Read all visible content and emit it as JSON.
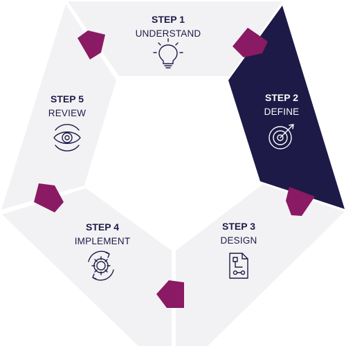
{
  "colors": {
    "segment": "#f2f2f4",
    "active_segment": "#1d1a47",
    "connector": "#8a1a63",
    "text": "#1d1a47"
  },
  "steps": [
    {
      "step": "STEP 1",
      "name": "UNDERSTAND",
      "icon": "lightbulb-icon",
      "active": false
    },
    {
      "step": "STEP 2",
      "name": "DEFINE",
      "icon": "target-icon",
      "active": true
    },
    {
      "step": "STEP 3",
      "name": "DESIGN",
      "icon": "flowchart-document-icon",
      "active": false
    },
    {
      "step": "STEP 4",
      "name": "IMPLEMENT",
      "icon": "gear-cycle-icon",
      "active": false
    },
    {
      "step": "STEP 5",
      "name": "REVIEW",
      "icon": "eye-icon",
      "active": false
    }
  ]
}
